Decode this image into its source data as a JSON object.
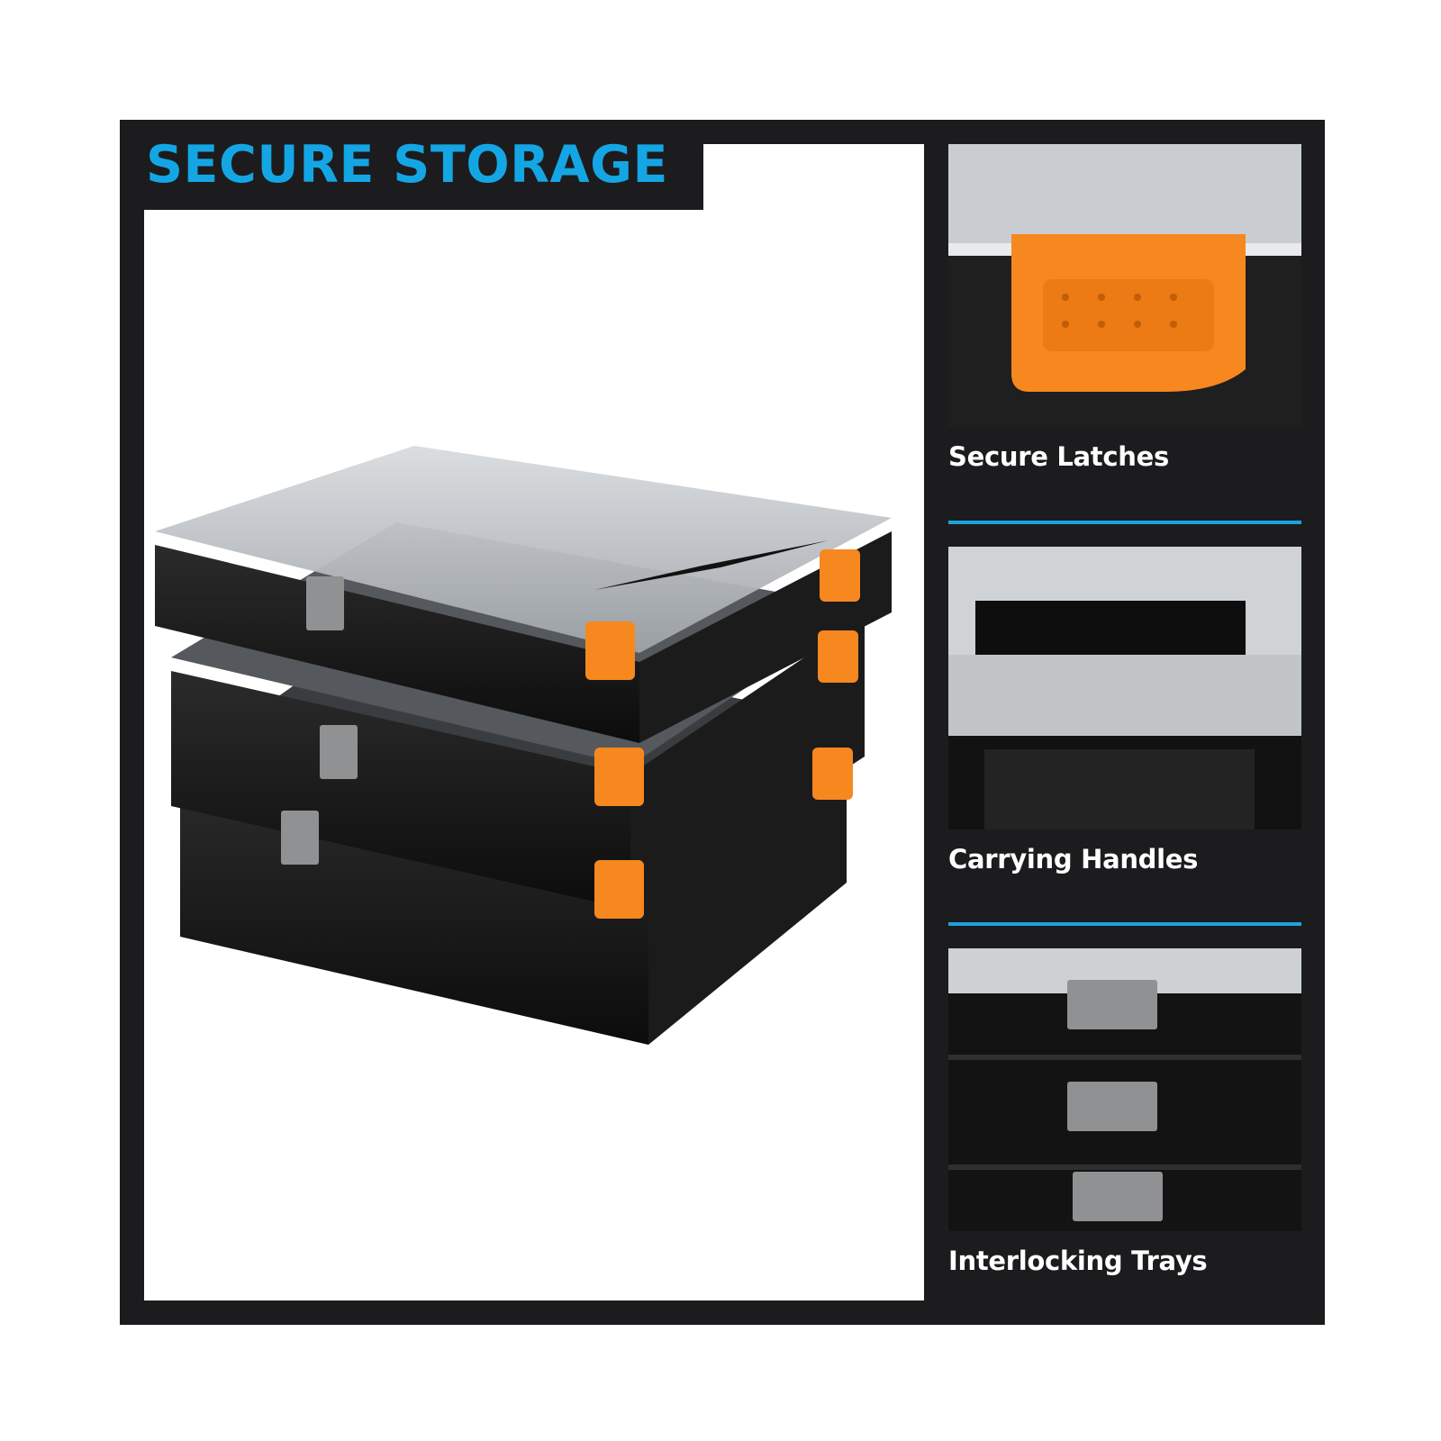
{
  "banner": {
    "title": "SECURE STORAGE"
  },
  "features": [
    {
      "caption": "Secure Latches",
      "icon": "latch-closeup-photo"
    },
    {
      "caption": "Carrying Handles",
      "icon": "handle-closeup-photo"
    },
    {
      "caption": "Interlocking Trays",
      "icon": "interlock-closeup-photo"
    }
  ],
  "colors": {
    "frame": "#1c1c1e",
    "title": "#14a6e4",
    "divider": "#1aa3e0",
    "latch_orange": "#f7871f",
    "connector_grey": "#8f9193",
    "case_black": "#141414"
  },
  "product": {
    "image": "stacked-organizer-cases-photo"
  }
}
